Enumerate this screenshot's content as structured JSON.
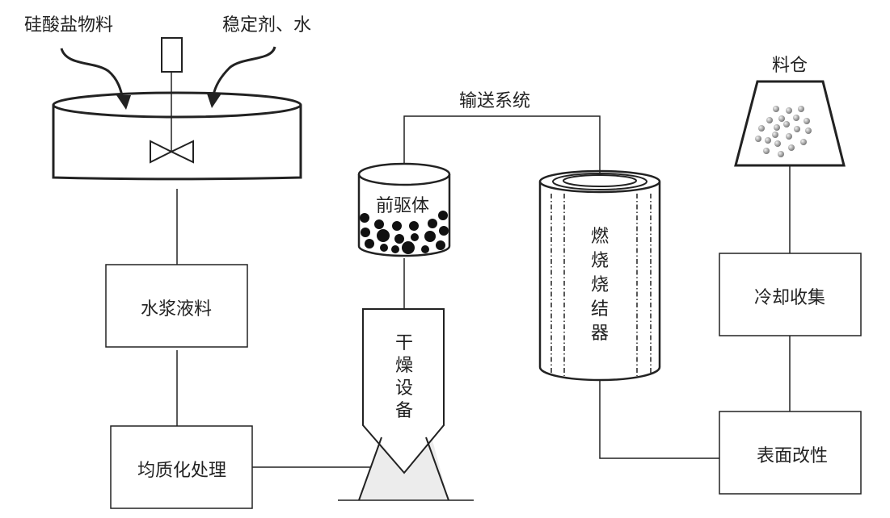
{
  "diagram": {
    "title": "",
    "inputs": {
      "silicate_material": "硅酸盐物料",
      "stabilizer_water": "稳定剂、水"
    },
    "nodes": {
      "slurry": "水浆液料",
      "homogenization": "均质化处理",
      "precursor": "前驱体",
      "drying_equipment": [
        "干",
        "燥",
        "设",
        "备"
      ],
      "conveying_system": "输送系统",
      "combustion_sintering": [
        "燃",
        "烧",
        "烧",
        "结",
        "器"
      ],
      "surface_modification": "表面改性",
      "cooling_collection": "冷却收集",
      "silo": "料仓"
    },
    "edges": [
      {
        "from": "mixing-tank",
        "to": "slurry"
      },
      {
        "from": "slurry",
        "to": "homogenization"
      },
      {
        "from": "homogenization",
        "to": "drying_equipment"
      },
      {
        "from": "drying_equipment",
        "to": "precursor"
      },
      {
        "from": "precursor",
        "to": "combustion_sintering",
        "label": "输送系统"
      },
      {
        "from": "combustion_sintering",
        "to": "surface_modification"
      },
      {
        "from": "surface_modification",
        "to": "cooling_collection"
      },
      {
        "from": "cooling_collection",
        "to": "silo"
      }
    ],
    "colors": {
      "line": "#222222",
      "hopper_fill": "#ececec",
      "particle_dark": "#111111",
      "particle_grey": "#9a9a9a"
    }
  }
}
